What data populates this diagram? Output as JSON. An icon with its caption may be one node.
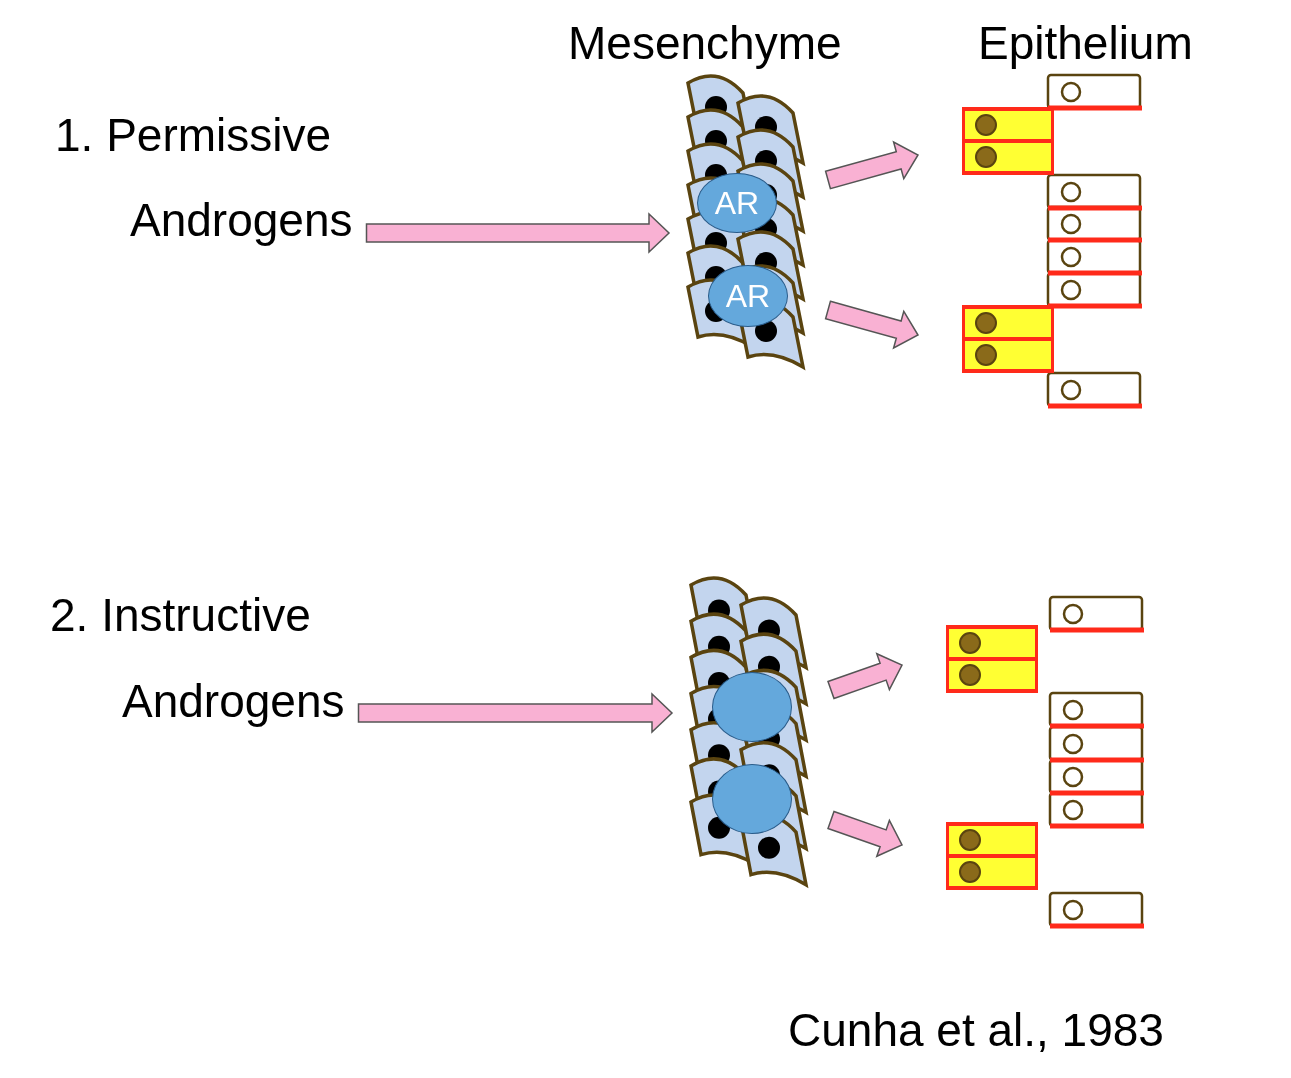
{
  "diagram": {
    "nodes": [
      {
        "text": [
          "Androgens"
        ]
      },
      {
        "text": [],
        "shape": "picture"
      },
      {
        "text": [
          "AR"
        ],
        "in": 1
      },
      {
        "text": [
          "AR"
        ],
        "in": 1
      },
      {
        "text": [],
        "shape": "box"
      },
      {
        "text": [],
        "shape": "box"
      },
      {
        "text": [
          "Androgens"
        ]
      },
      {
        "text": [],
        "shape": "picture"
      },
      {
        "text": [],
        "shape": "circle",
        "in": 7
      },
      {
        "text": [],
        "shape": "circle",
        "in": 7
      },
      {
        "text": [],
        "shape": "box"
      },
      {
        "text": [],
        "shape": "box"
      }
    ],
    "edges": [
      {
        "from": 0,
        "to": 1,
        "arrow": "to"
      },
      {
        "from": 1,
        "to": 4,
        "arrow": "to"
      },
      {
        "from": 1,
        "to": 5,
        "arrow": "to"
      },
      {
        "from": 6,
        "to": 7,
        "arrow": "to"
      },
      {
        "from": 7,
        "to": 10,
        "arrow": "to"
      },
      {
        "from": 7,
        "to": 11,
        "arrow": "to"
      }
    ],
    "labels": [
      "Mesenchyme",
      "Epithelium",
      "1. Permissive",
      "2. Instructive",
      "Cunha et al., 1983"
    ]
  }
}
